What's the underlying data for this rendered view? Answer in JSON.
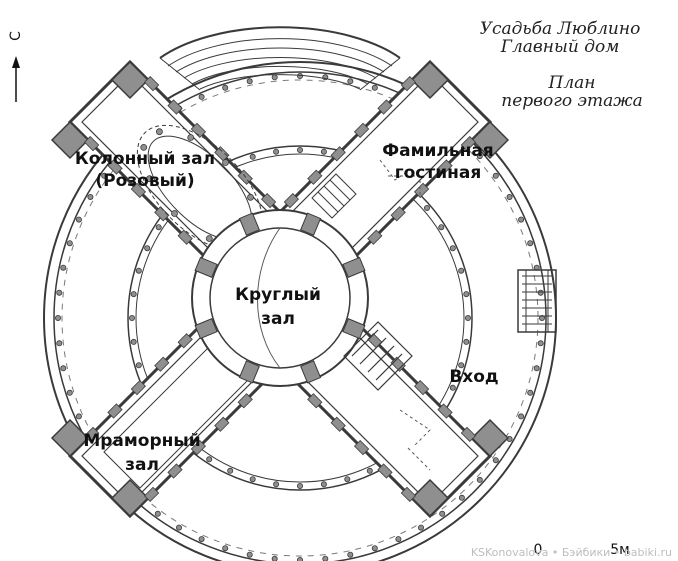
{
  "title": {
    "line1": "Усадьба Люблино",
    "line2": "Главный дом",
    "line3": "План",
    "line4": "первого этажа"
  },
  "north": {
    "label": "С"
  },
  "rooms": {
    "column_hall": {
      "line1": "Колонный зал",
      "line2": "(Розовый)"
    },
    "family_room": {
      "line1": "Фамильная",
      "line2": "гостиная"
    },
    "round_hall": {
      "line1": "Круглый",
      "line2": "зал"
    },
    "entrance": {
      "label": "Вход"
    },
    "marble_hall": {
      "line1": "Мраморный",
      "line2": "зал"
    }
  },
  "scale": {
    "zero": "0",
    "five": "5м"
  },
  "watermark": "KSKonovalova • Бэйбики • babiki.ru",
  "colors": {
    "wall": "#8f8f8f",
    "wall_dark": "#5e5e5e",
    "line": "#3a3a3a",
    "background": "#ffffff"
  }
}
